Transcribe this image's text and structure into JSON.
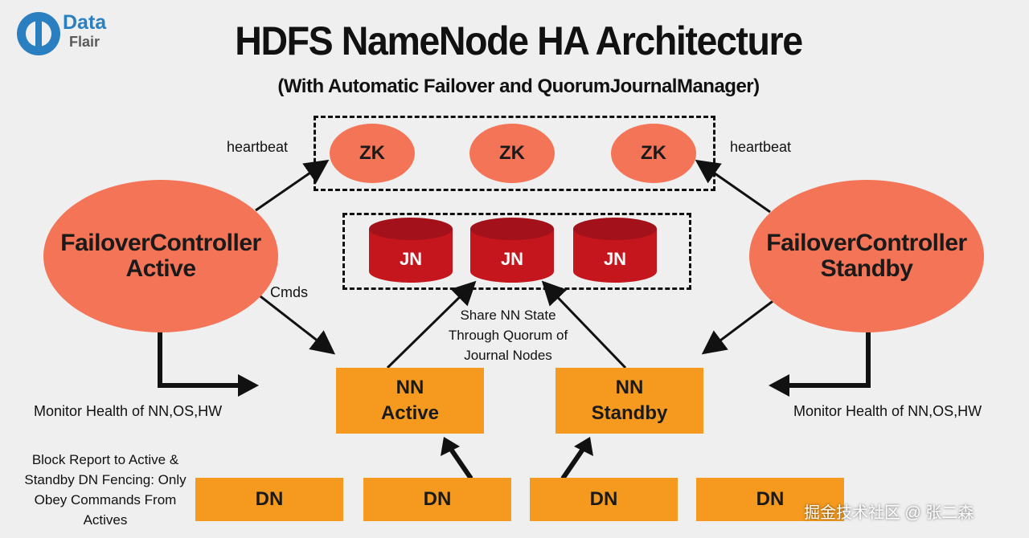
{
  "logo": {
    "line1": "Data",
    "line2": "Flair"
  },
  "title": "HDFS NameNode HA Architecture",
  "subtitle": "(With Automatic Failover and QuorumJournalManager)",
  "zookeeper": {
    "nodes": [
      "ZK",
      "ZK",
      "ZK"
    ]
  },
  "journal": {
    "nodes": [
      "JN",
      "JN",
      "JN"
    ]
  },
  "failover_active": {
    "line1": "FailoverController",
    "line2": "Active"
  },
  "failover_standby": {
    "line1": "FailoverController",
    "line2": "Standby"
  },
  "nn_active": {
    "line1": "NN",
    "line2": "Active"
  },
  "nn_standby": {
    "line1": "NN",
    "line2": "Standby"
  },
  "datanodes": [
    "DN",
    "DN",
    "DN",
    "DN"
  ],
  "labels": {
    "heartbeat_left": "heartbeat",
    "heartbeat_right": "heartbeat",
    "cmds": "Cmds",
    "share_state": [
      "Share NN State",
      "Through Quorum of",
      "Journal Nodes"
    ],
    "monitor_left": "Monitor Health of NN,OS,HW",
    "monitor_right": "Monitor Health of NN,OS,HW",
    "block_report": [
      "Block Report to Active &",
      "Standby DN Fencing: Only",
      "Obey Commands From",
      "Actives"
    ]
  },
  "watermark": "掘金技术社区 @ 张二森",
  "colors": {
    "zk": "#f47457",
    "jn": "#c4161c",
    "nn": "#f59a1e",
    "logo": "#2a7fc1"
  }
}
